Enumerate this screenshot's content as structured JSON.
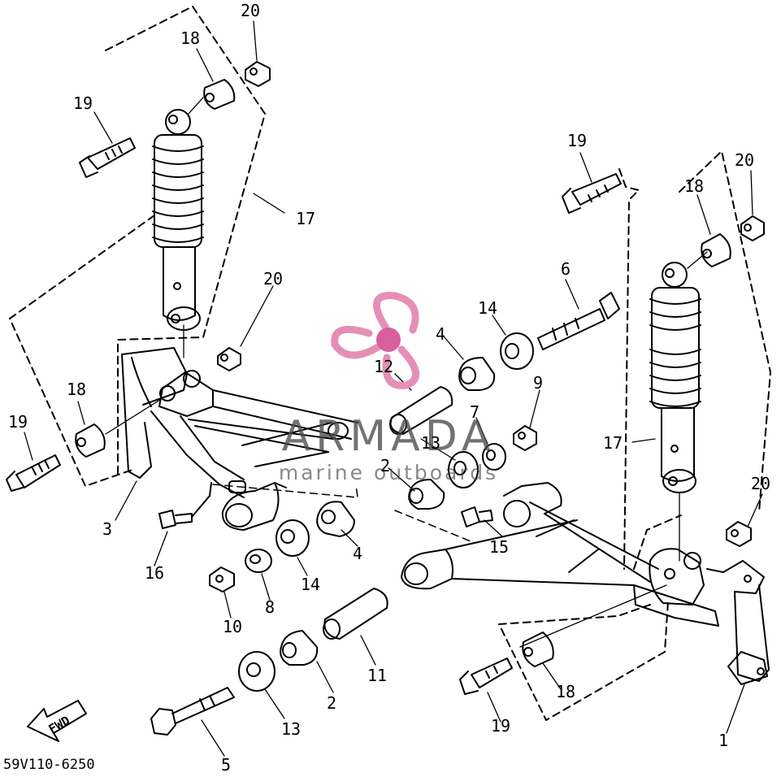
{
  "diagram": {
    "part_code": "59V110-6250",
    "fwd_label": "FWD",
    "callouts": [
      {
        "text": "20"
      },
      {
        "text": "18"
      },
      {
        "text": "19"
      },
      {
        "text": "17"
      },
      {
        "text": "20"
      },
      {
        "text": "18"
      },
      {
        "text": "19"
      },
      {
        "text": "3"
      },
      {
        "text": "16"
      },
      {
        "text": "10"
      },
      {
        "text": "8"
      },
      {
        "text": "14"
      },
      {
        "text": "4"
      },
      {
        "text": "13"
      },
      {
        "text": "5"
      },
      {
        "text": "2"
      },
      {
        "text": "11"
      },
      {
        "text": "12"
      },
      {
        "text": "13"
      },
      {
        "text": "2"
      },
      {
        "text": "7"
      },
      {
        "text": "4"
      },
      {
        "text": "14"
      },
      {
        "text": "6"
      },
      {
        "text": "9"
      },
      {
        "text": "15"
      },
      {
        "text": "19"
      },
      {
        "text": "20"
      },
      {
        "text": "18"
      },
      {
        "text": "17"
      },
      {
        "text": "20"
      },
      {
        "text": "18"
      },
      {
        "text": "19"
      },
      {
        "text": "1"
      }
    ]
  },
  "watermark": {
    "title": "ARMADA",
    "subtitle": "marine outboards",
    "logo_color": "#e58fb6",
    "logo_center_color": "#d7609c"
  }
}
